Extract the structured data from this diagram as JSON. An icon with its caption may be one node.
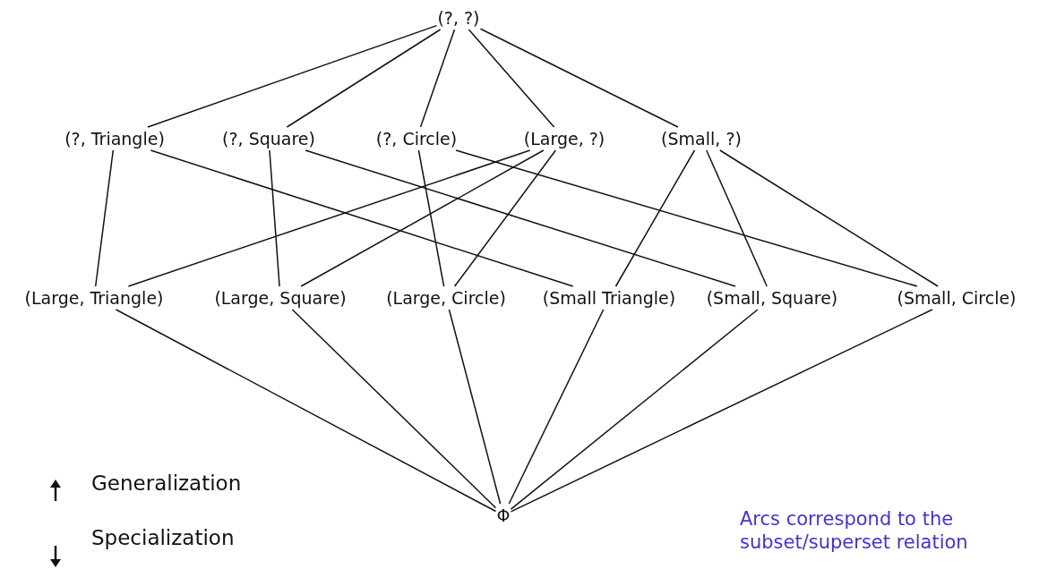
{
  "diagram": {
    "nodes": [
      {
        "text": [
          "(?, ?)"
        ]
      },
      {
        "text": [
          "(?, Triangle)"
        ]
      },
      {
        "text": [
          "(?, Square)"
        ]
      },
      {
        "text": [
          "(?, Circle)"
        ]
      },
      {
        "text": [
          "(Large, ?)"
        ]
      },
      {
        "text": [
          "(Small, ?)"
        ]
      },
      {
        "text": [
          "(Large, Triangle)"
        ]
      },
      {
        "text": [
          "(Large, Square)"
        ]
      },
      {
        "text": [
          "(Large, Circle)"
        ]
      },
      {
        "text": [
          "(Small Triangle)"
        ]
      },
      {
        "text": [
          "(Small, Square)"
        ]
      },
      {
        "text": [
          "(Small, Circle)"
        ]
      },
      {
        "text": [
          "Φ"
        ]
      }
    ],
    "edges": [
      {
        "from": 0,
        "to": 1,
        "arrow": "none"
      },
      {
        "from": 0,
        "to": 2,
        "arrow": "none"
      },
      {
        "from": 0,
        "to": 3,
        "arrow": "none"
      },
      {
        "from": 0,
        "to": 4,
        "arrow": "none"
      },
      {
        "from": 0,
        "to": 5,
        "arrow": "none"
      },
      {
        "from": 1,
        "to": 6,
        "arrow": "none"
      },
      {
        "from": 1,
        "to": 9,
        "arrow": "none"
      },
      {
        "from": 2,
        "to": 7,
        "arrow": "none"
      },
      {
        "from": 2,
        "to": 10,
        "arrow": "none"
      },
      {
        "from": 3,
        "to": 8,
        "arrow": "none"
      },
      {
        "from": 3,
        "to": 11,
        "arrow": "none"
      },
      {
        "from": 4,
        "to": 6,
        "arrow": "none"
      },
      {
        "from": 4,
        "to": 7,
        "arrow": "none"
      },
      {
        "from": 4,
        "to": 8,
        "arrow": "none"
      },
      {
        "from": 5,
        "to": 9,
        "arrow": "none"
      },
      {
        "from": 5,
        "to": 10,
        "arrow": "none"
      },
      {
        "from": 5,
        "to": 11,
        "arrow": "none"
      },
      {
        "from": 6,
        "to": 12,
        "arrow": "none"
      },
      {
        "from": 7,
        "to": 12,
        "arrow": "none"
      },
      {
        "from": 8,
        "to": 12,
        "arrow": "none"
      },
      {
        "from": 9,
        "to": 12,
        "arrow": "none"
      },
      {
        "from": 10,
        "to": 12,
        "arrow": "none"
      },
      {
        "from": 11,
        "to": 12,
        "arrow": "none"
      }
    ],
    "labels": [
      "Generalization",
      "Specialization",
      "Arcs correspond to the subset/superset relation"
    ]
  }
}
